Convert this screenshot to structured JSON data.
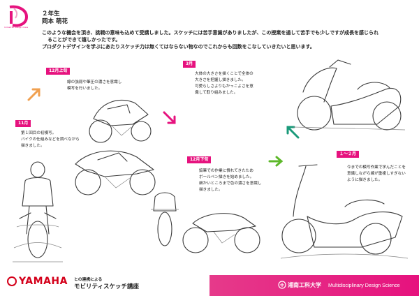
{
  "header": {
    "logo_text": "Industrial Design Class",
    "grade": "２年生",
    "name": "岡本 萌花"
  },
  "intro": {
    "line1": "このような機会を頂き、挑戦の意味も込めて受講しました。スケッチには苦手意識がありましたが、この授業を通して苦手でも少しですが成長を感じられ",
    "line2": "ることができて嬉しかったです。",
    "line3": "プロダクトデザインを学ぶにあたりスケッチ力は無くてはならない物なのでこれからも回数をこなしていきたいと思います。"
  },
  "steps": [
    {
      "label": "11月",
      "lines": [
        "第１回目の初模写。",
        "バイクの仕組みなどを調べながら",
        "描きました。"
      ]
    },
    {
      "label": "12月上旬",
      "lines": [
        "線の強弱や筆圧の濃さを意識し",
        "模写を行いました。"
      ]
    },
    {
      "label": "12月下旬",
      "lines": [
        "鉛筆での作業に慣れてきたため",
        "ボールペン描きを始めました。",
        "細かいところまで色の濃さを意識し",
        "描きました。"
      ]
    },
    {
      "label": "3月",
      "lines": [
        "大体の大きさを描くことで全体の",
        "大きさを把握し描きました。",
        "可愛らしさよりもかっこよさを意",
        "識して取り組みました。"
      ]
    },
    {
      "label": "１～２月",
      "lines": [
        "今までの模写作業で学んだことを",
        "意識しながら線が重複しすぎない",
        "ように描きました。"
      ]
    }
  ],
  "arrows": {
    "orange": "#f0a050",
    "pink": "#e6127e",
    "green": "#5db82a",
    "teal": "#1a9a7a"
  },
  "footer": {
    "yamaha": "YAMAHA",
    "collab_small": "との連携による",
    "collab_big": "モビリティスケッチ講座",
    "university": "湘南工科大学",
    "department": "Multidisciplinary Design Science",
    "brand_color": "#e6127e"
  }
}
